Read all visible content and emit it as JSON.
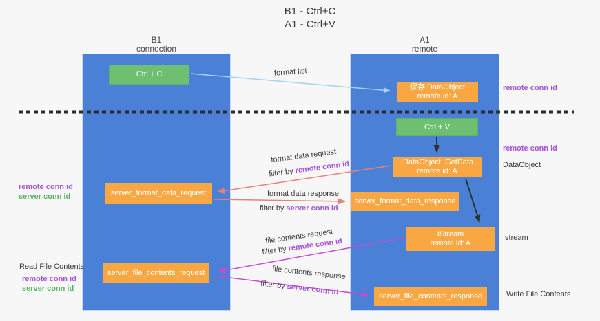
{
  "title": {
    "line1": "B1 - Ctrl+C",
    "line2": "A1 - Ctrl+V"
  },
  "lanes": {
    "left": {
      "name": "B1",
      "role": "connection"
    },
    "right": {
      "name": "A1",
      "role": "remote"
    }
  },
  "boxes": {
    "ctrl_c": {
      "label": "Ctrl + C"
    },
    "ctrl_v": {
      "label": "Ctrl + V"
    },
    "save_idataobject": {
      "line1": "保存IDataObject",
      "line2": "remote id: A"
    },
    "getdata": {
      "line1": "IDataObject::GetData",
      "line2": "remote id: A"
    },
    "istream": {
      "line1": "IStream",
      "line2": "remote id: A"
    },
    "format_request": {
      "label": "server_format_data_request"
    },
    "format_response": {
      "label": "server_format_data_response"
    },
    "file_request": {
      "label": "server_file_contents_request"
    },
    "file_response": {
      "label": "server_file_contents_response"
    }
  },
  "arrow_labels": {
    "format_list": "format list",
    "format_request": "format data request",
    "format_response": "format data response",
    "file_request": "file contents request",
    "file_response": "file contents response",
    "filter_by": "filter by ",
    "remote_conn_id": "remote conn id",
    "server_conn_id": "server conn id"
  },
  "side_labels": {
    "left": [
      {
        "text": "remote conn id"
      },
      {
        "text": "server conn id"
      },
      {
        "text": "Read File Contents"
      },
      {
        "text": "remote conn id"
      },
      {
        "text": "server conn id"
      }
    ],
    "right": [
      {
        "text": "remote conn id"
      },
      {
        "text": "remote conn id"
      },
      {
        "text": "DataObject"
      },
      {
        "text": "Istream"
      },
      {
        "text": "Write File Contents"
      }
    ]
  },
  "colors": {
    "lane_blue": "#4a80d6",
    "box_green": "#6fbf72",
    "box_orange": "#f8a742",
    "arrow_salmon": "#e8807a",
    "arrow_magenta": "#c94ad2",
    "arrow_lightblue": "#a3d2f2",
    "arrow_black": "#2f2f2f",
    "label_purple": "#a852d4",
    "label_green": "#55b360"
  }
}
